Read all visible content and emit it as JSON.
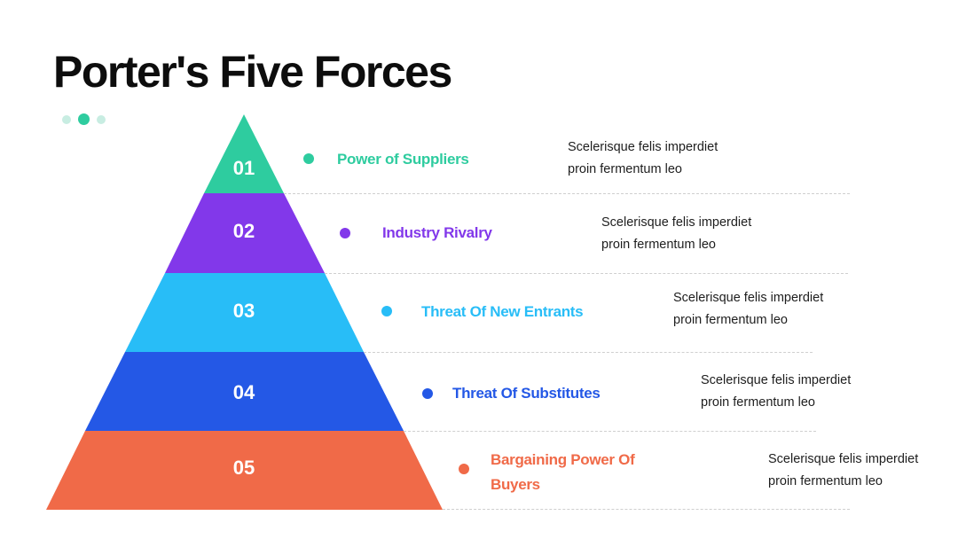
{
  "title": "Porter's Five Forces",
  "forces": [
    {
      "number": "01",
      "label": "Power of Suppliers",
      "desc_line1": "Scelerisque felis imperdiet",
      "desc_line2": "proin fermentum leo",
      "color": "#2ecc9f"
    },
    {
      "number": "02",
      "label": "Industry Rivalry",
      "desc_line1": "Scelerisque felis imperdiet",
      "desc_line2": "proin fermentum leo",
      "color": "#8238ea"
    },
    {
      "number": "03",
      "label": "Threat Of New Entrants",
      "desc_line1": "Scelerisque felis imperdiet",
      "desc_line2": "proin fermentum leo",
      "color": "#28bdf7"
    },
    {
      "number": "04",
      "label": "Threat Of Substitutes",
      "desc_line1": "Scelerisque felis imperdiet",
      "desc_line2": "proin fermentum leo",
      "color": "#2458e6"
    },
    {
      "number": "05",
      "label": "Bargaining Power Of Buyers",
      "desc_line1": "Scelerisque felis imperdiet",
      "desc_line2": "proin fermentum leo",
      "color": "#f06a48"
    }
  ]
}
